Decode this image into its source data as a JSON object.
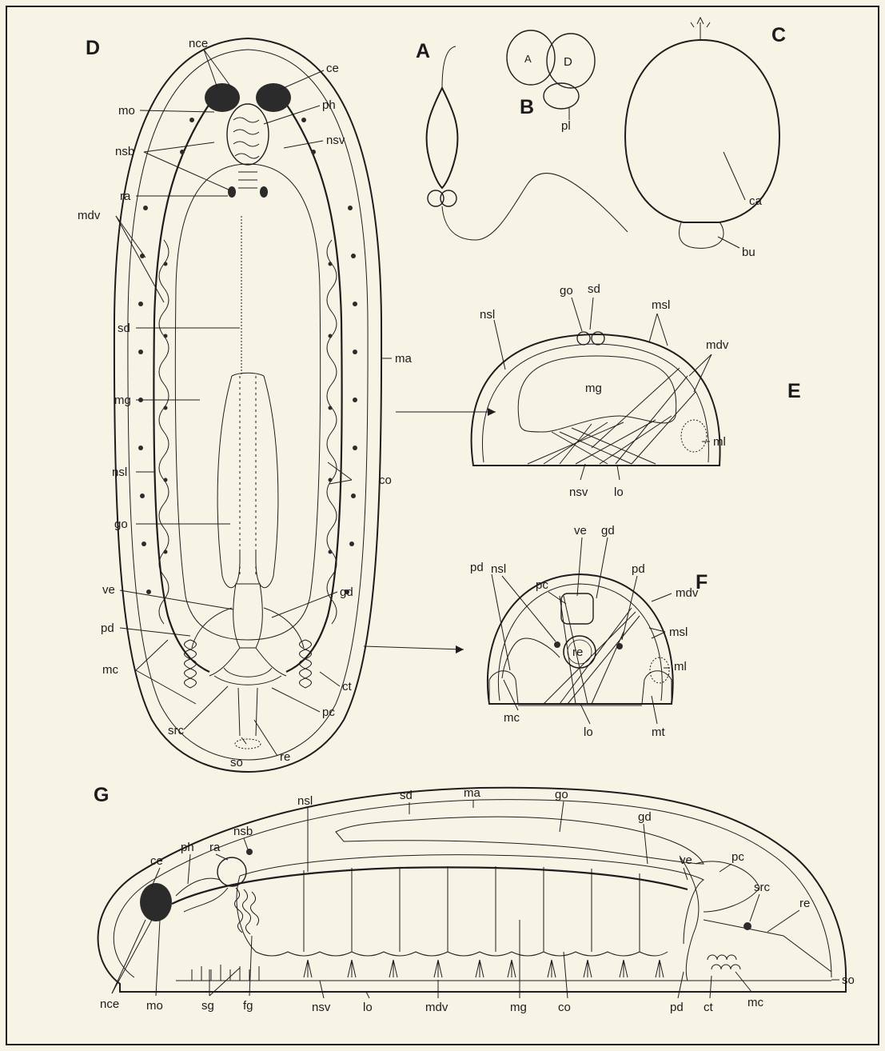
{
  "panels": {
    "A": "A",
    "B": "B",
    "C": "C",
    "D": "D",
    "E": "E",
    "F": "F",
    "G": "G"
  },
  "labels": {
    "D": {
      "nce": "nce",
      "ce": "ce",
      "mo": "mo",
      "ph": "ph",
      "nsb": "nsb",
      "nsv": "nsv",
      "ra": "ra",
      "mdv": "mdv",
      "sd": "sd",
      "ma": "ma",
      "mg": "mg",
      "nsl": "nsl",
      "co": "co",
      "go": "go",
      "ve": "ve",
      "gd": "gd",
      "pd": "pd",
      "mc": "mc",
      "ct": "ct",
      "pc": "pc",
      "src": "src",
      "re": "re",
      "so": "so"
    },
    "B": {
      "cell_a": "A",
      "cell_d": "D",
      "pl": "pl"
    },
    "C": {
      "ca": "ca",
      "bu": "bu"
    },
    "E": {
      "go": "go",
      "sd": "sd",
      "msl": "msl",
      "nsl": "nsl",
      "mdv": "mdv",
      "mg": "mg",
      "ml": "ml",
      "nsv": "nsv",
      "lo": "lo"
    },
    "F": {
      "pc": "pc",
      "ve": "ve",
      "gd": "gd",
      "pd": "pd",
      "nsl": "nsl",
      "pd2": "pd",
      "mdv": "mdv",
      "msl": "msl",
      "re": "re",
      "ml": "ml",
      "mc": "mc",
      "lo": "lo",
      "mt": "mt"
    },
    "G": {
      "nsl": "nsl",
      "sd": "sd",
      "ma": "ma",
      "go": "go",
      "nsb": "nsb",
      "ra": "ra",
      "ph": "ph",
      "ce": "ce",
      "gd": "gd",
      "ve": "ve",
      "pc": "pc",
      "src": "src",
      "re": "re",
      "so": "so",
      "nce": "nce",
      "mo": "mo",
      "sg": "sg",
      "fg": "fg",
      "nsv": "nsv",
      "lo": "lo",
      "mdv": "mdv",
      "mg": "mg",
      "co": "co",
      "pd": "pd",
      "ct": "ct",
      "mc": "mc"
    }
  },
  "colors": {
    "background": "#f7f4e6",
    "ink": "#1d1d1d",
    "ganglion": "#2b2b2b"
  }
}
